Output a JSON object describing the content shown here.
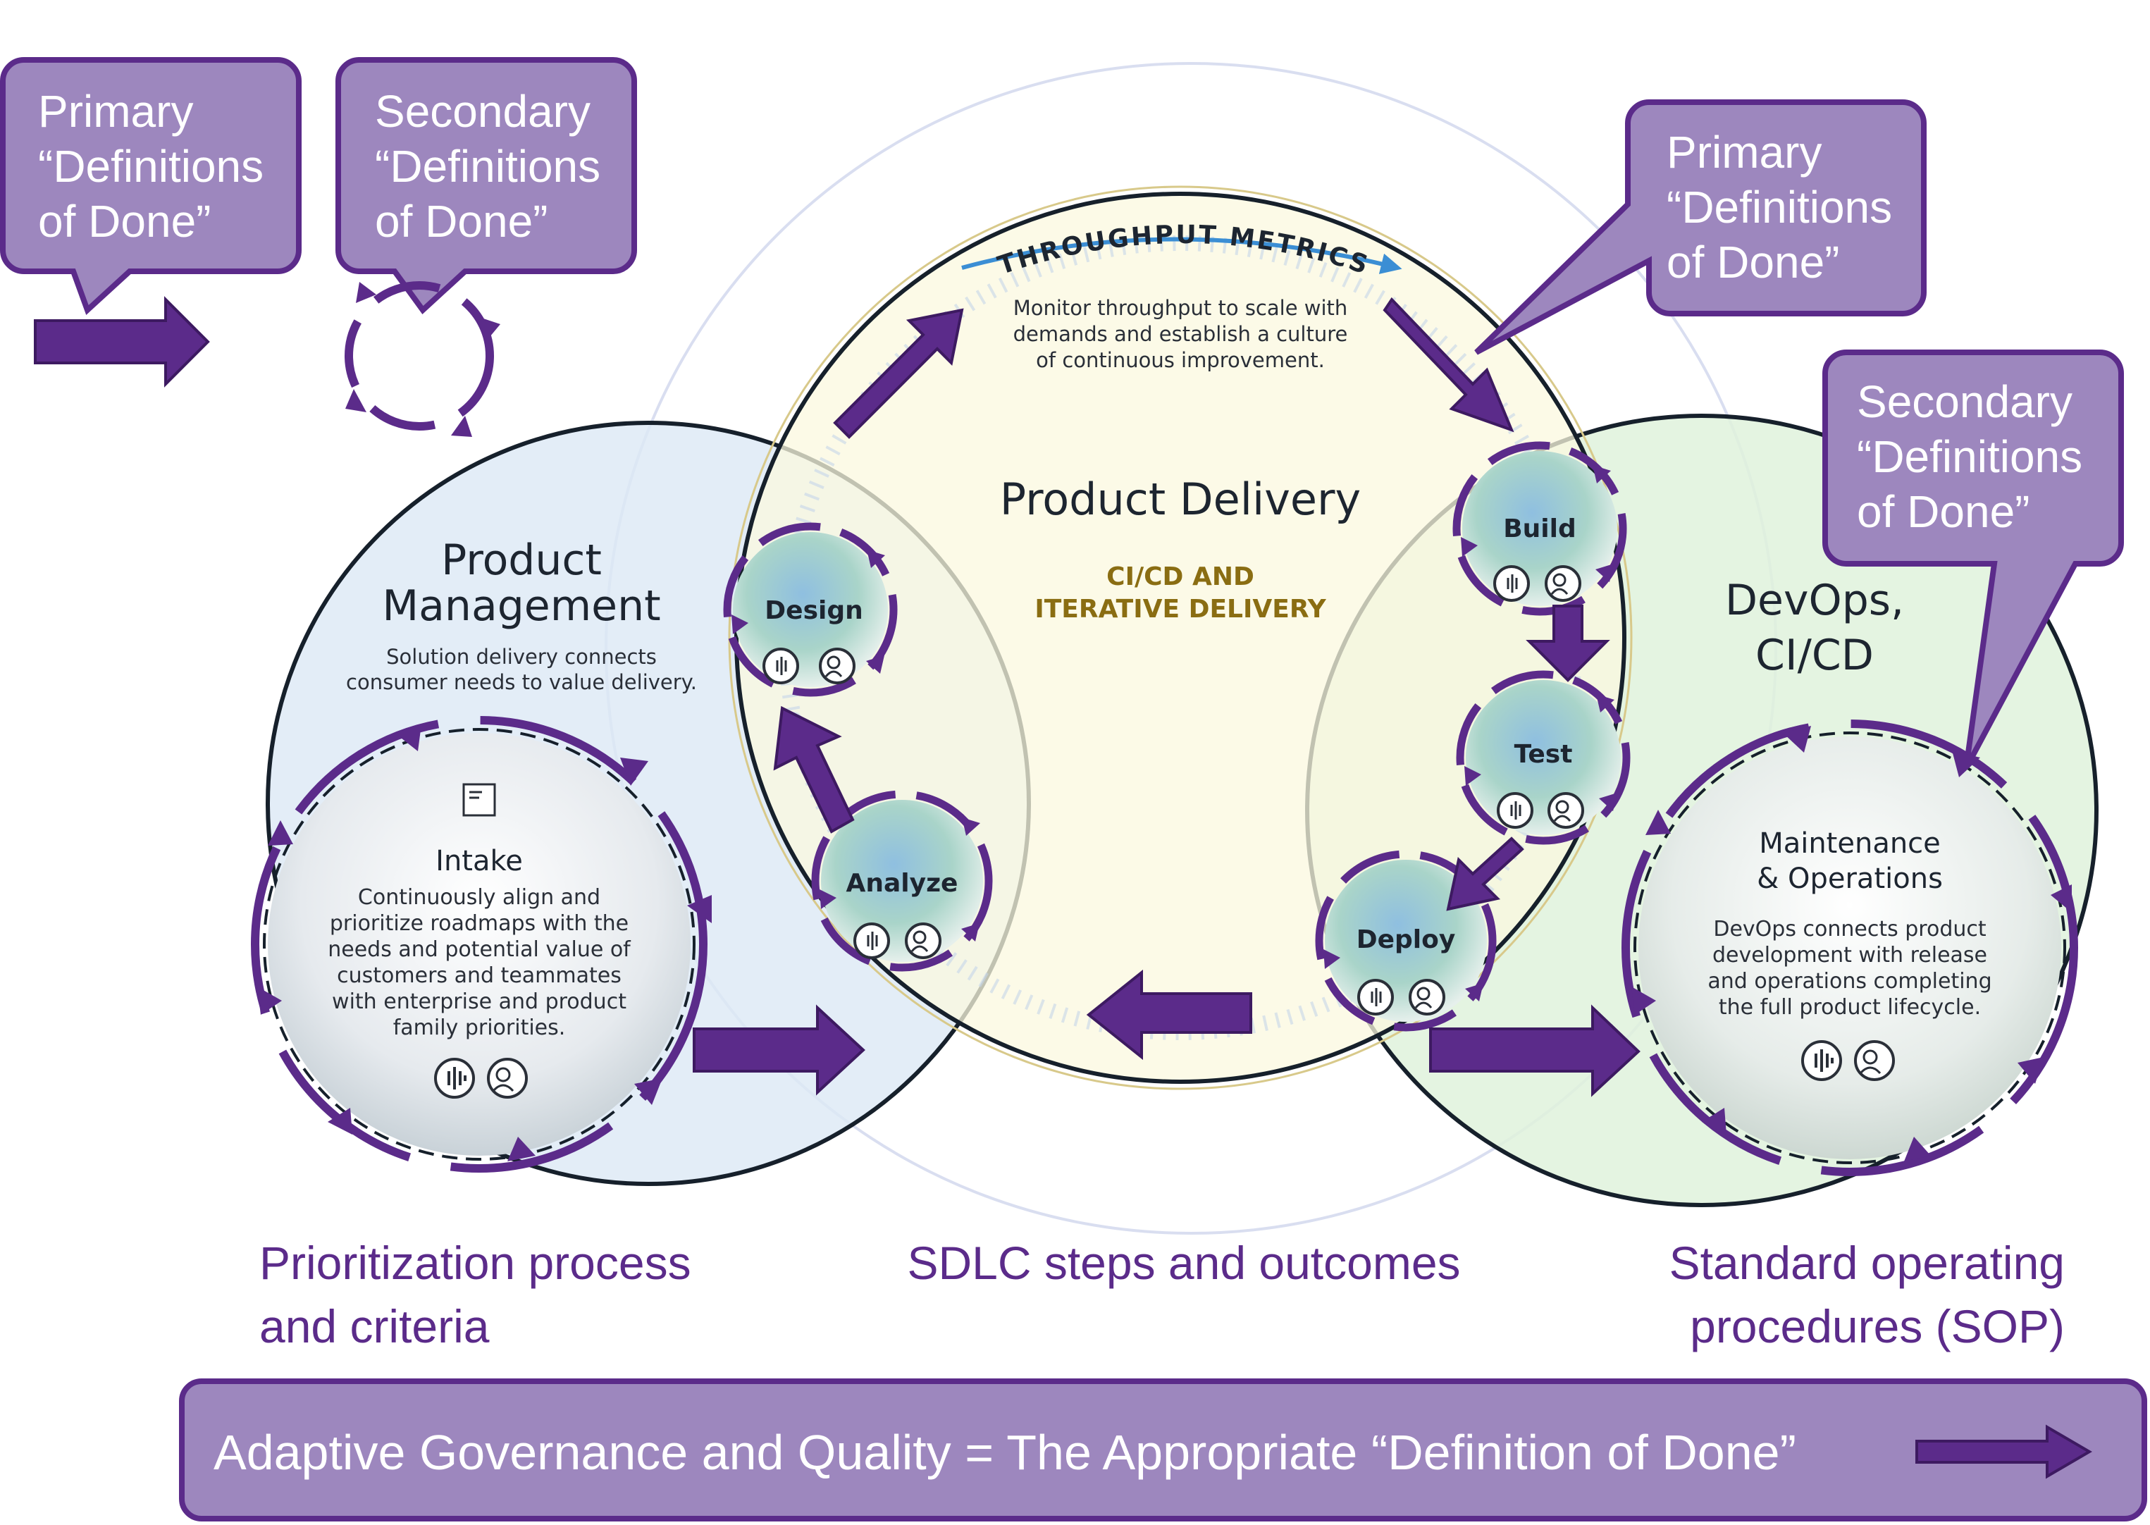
{
  "colors": {
    "purple": "#5b2b8a",
    "callout_fill": "#9d87be",
    "pm_circle": "#dce9f5",
    "devops_circle": "#dff2dc",
    "delivery_circle": "#fbf8df",
    "gold_text": "#8a6d12"
  },
  "legend": {
    "primary_label": [
      "Primary",
      "“Definitions",
      "of Done”"
    ],
    "secondary_label": [
      "Secondary",
      "“Definitions",
      "of Done”"
    ]
  },
  "callouts_right": {
    "primary_label": [
      "Primary",
      "“Definitions",
      "of Done”"
    ],
    "secondary_label": [
      "Secondary",
      "“Definitions",
      "of Done”"
    ]
  },
  "throughput": {
    "title": "THROUGHPUT METRICS",
    "lines": [
      "Monitor throughput to scale with",
      "demands and establish a culture",
      "of continuous improvement."
    ]
  },
  "product_delivery": {
    "title": "Product Delivery",
    "subtitle": [
      "CI/CD AND",
      "ITERATIVE DELIVERY"
    ]
  },
  "product_management": {
    "title": [
      "Product",
      "Management"
    ],
    "lines": [
      "Solution delivery connects",
      "consumer needs to value delivery."
    ]
  },
  "intake": {
    "title": "Intake",
    "lines": [
      "Continuously align and",
      "prioritize roadmaps with the",
      "needs and potential value of",
      "customers and teammates",
      "with enterprise and product",
      "family priorities."
    ]
  },
  "devops": {
    "title": [
      "DevOps,",
      "CI/CD"
    ]
  },
  "maintenance": {
    "title": [
      "Maintenance",
      "& Operations"
    ],
    "lines": [
      "DevOps connects product",
      "development with release",
      "and operations completing",
      "the full product lifecycle."
    ]
  },
  "steps": {
    "design": "Design",
    "analyze": "Analyze",
    "build": "Build",
    "test": "Test",
    "deploy": "Deploy"
  },
  "icons": [
    "audio-wave-icon",
    "person-speech-icon",
    "document-icon"
  ],
  "captions": {
    "left": [
      "Prioritization process",
      "and criteria"
    ],
    "center": "SDLC steps and outcomes",
    "right": [
      "Standard operating",
      "procedures (SOP)"
    ]
  },
  "banner": {
    "text": "Adaptive Governance and Quality = The Appropriate “Definition of Done”"
  }
}
